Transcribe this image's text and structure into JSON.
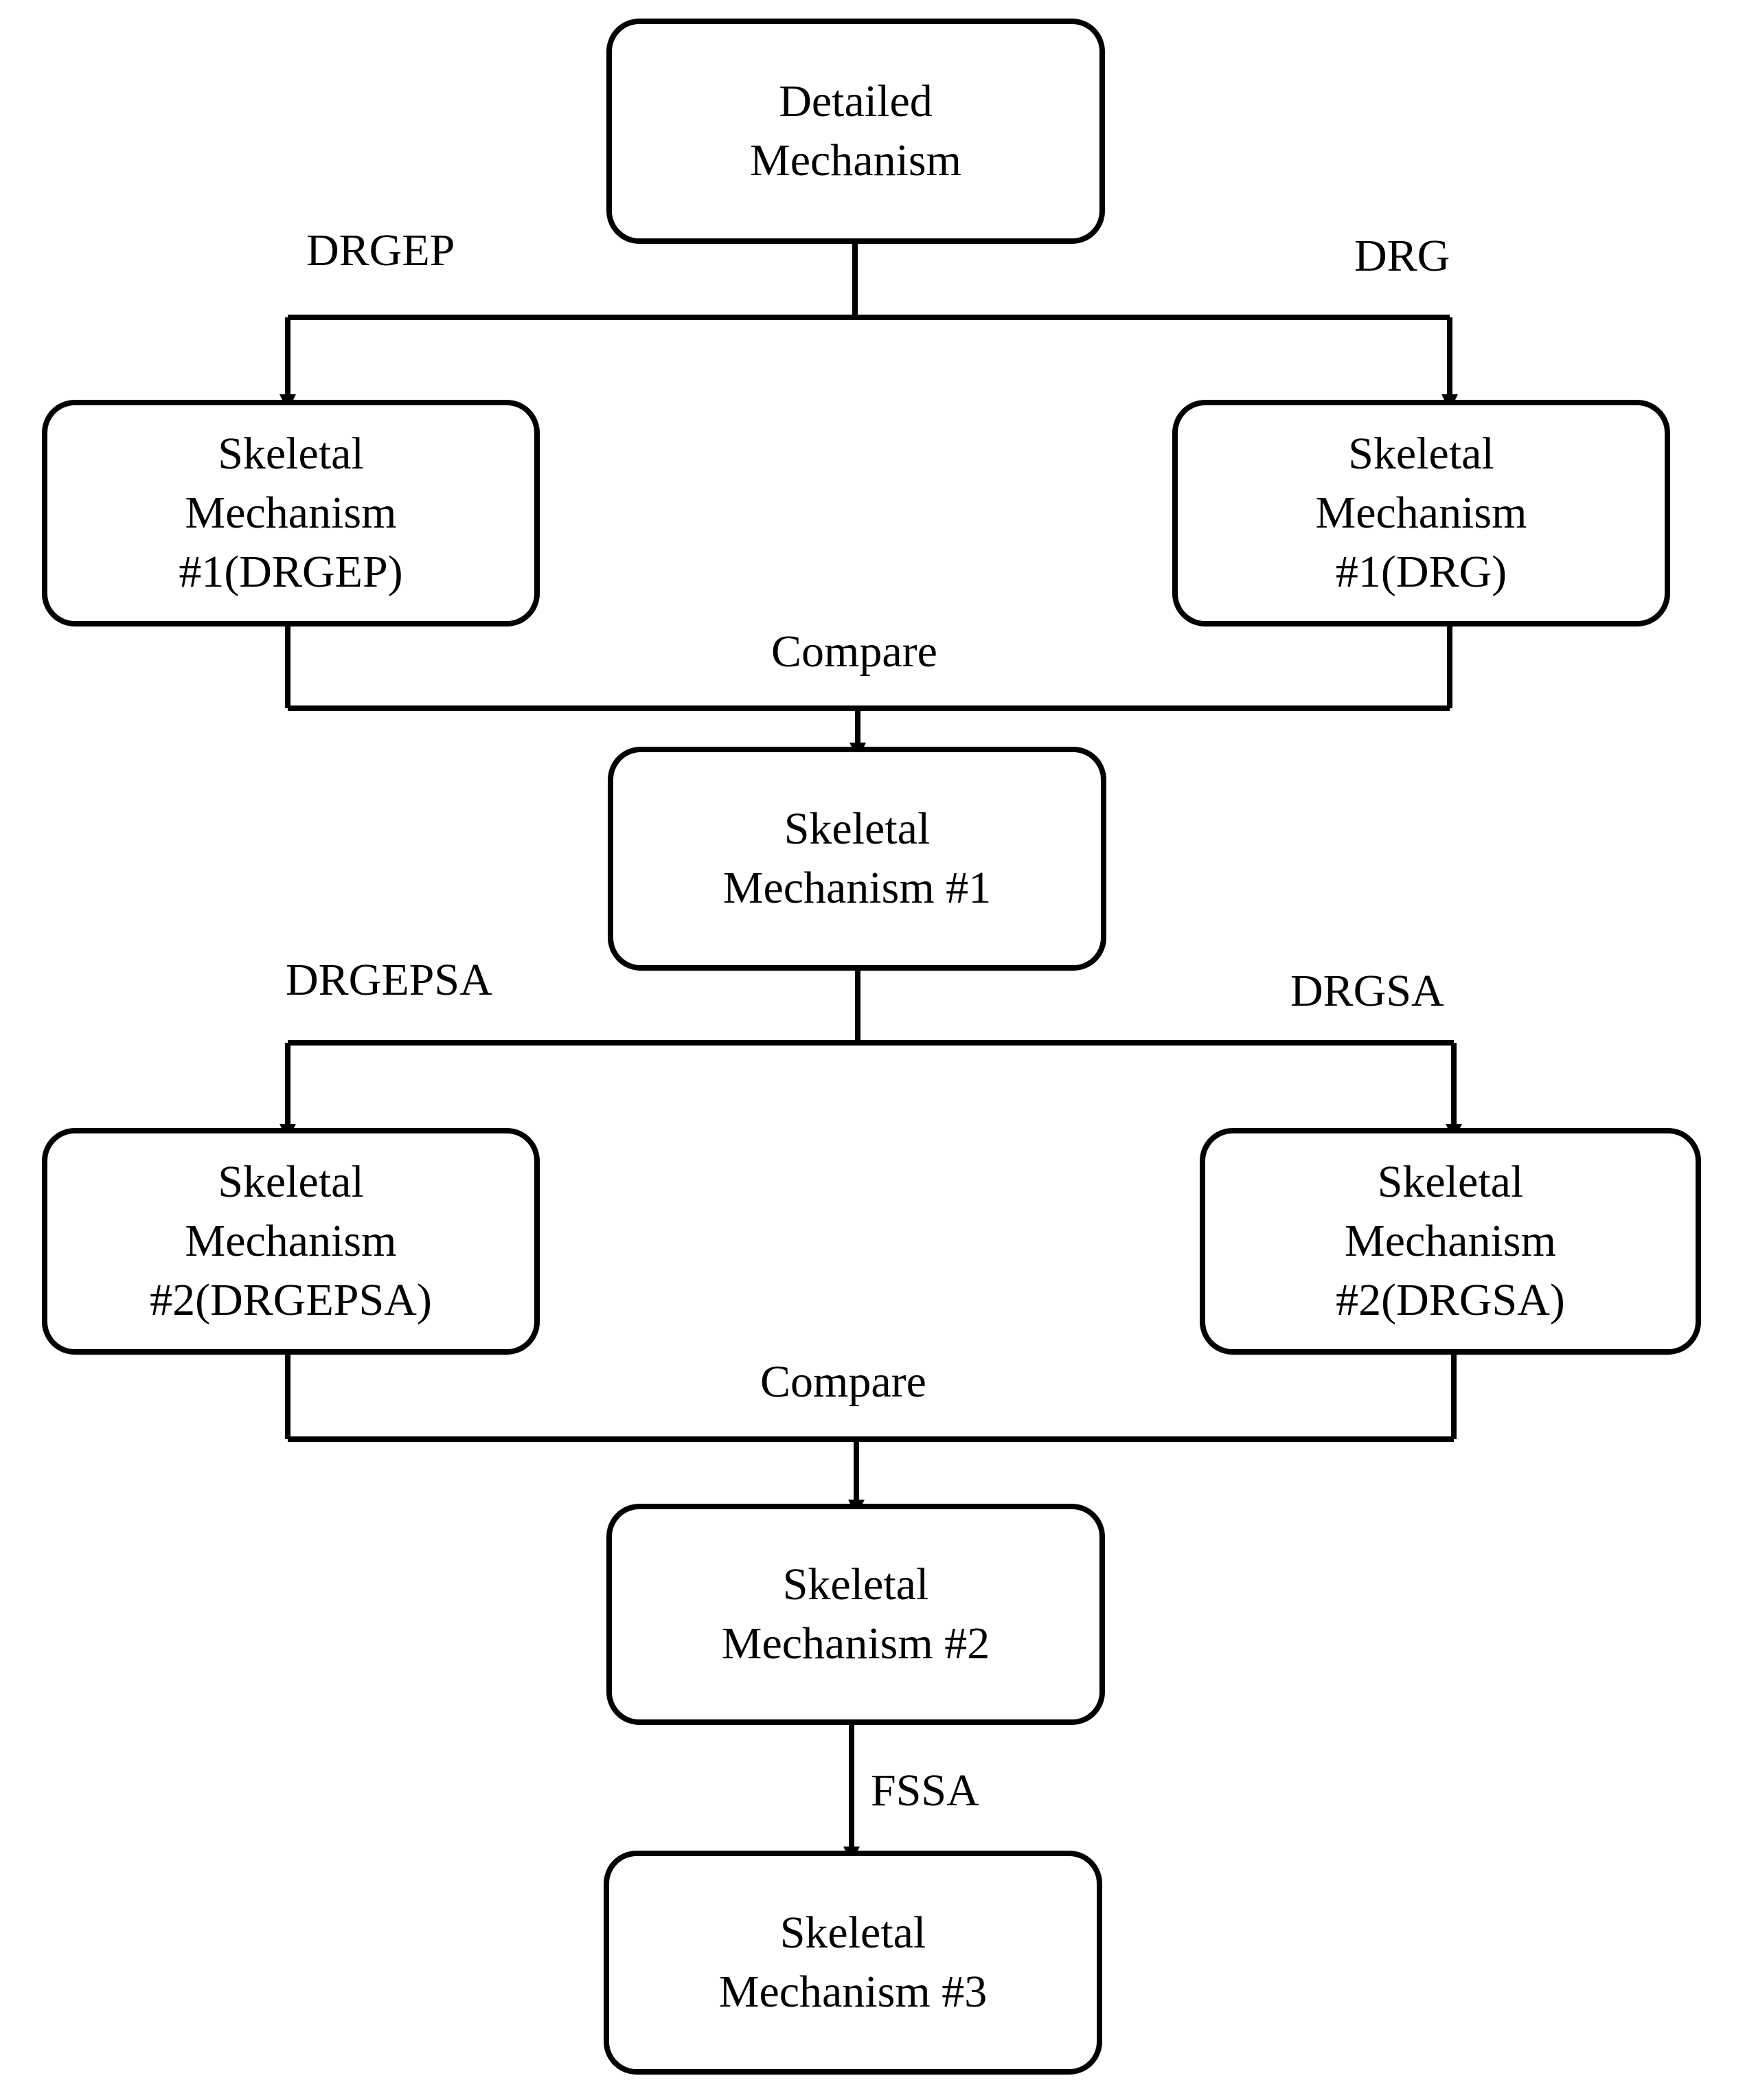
{
  "nodes": {
    "detailed": [
      "Detailed",
      "Mechanism"
    ],
    "skel1_drgep": [
      "Skeletal",
      "Mechanism",
      "#1(DRGEP)"
    ],
    "skel1_drg": [
      "Skeletal",
      "Mechanism",
      "#1(DRG)"
    ],
    "skel1": [
      "Skeletal",
      "Mechanism #1"
    ],
    "skel2_drgepsa": [
      "Skeletal",
      "Mechanism",
      "#2(DRGEPSA)"
    ],
    "skel2_drgsa": [
      "Skeletal",
      "Mechanism",
      "#2(DRGSA)"
    ],
    "skel2": [
      "Skeletal",
      "Mechanism #2"
    ],
    "skel3": [
      "Skeletal",
      "Mechanism #3"
    ]
  },
  "edge_labels": {
    "drgep": "DRGEP",
    "drg": "DRG",
    "compare_1": "Compare",
    "drgepsa": "DRGEPSA",
    "drgsa": "DRGSA",
    "compare_2": "Compare",
    "fssa": "FSSA"
  }
}
